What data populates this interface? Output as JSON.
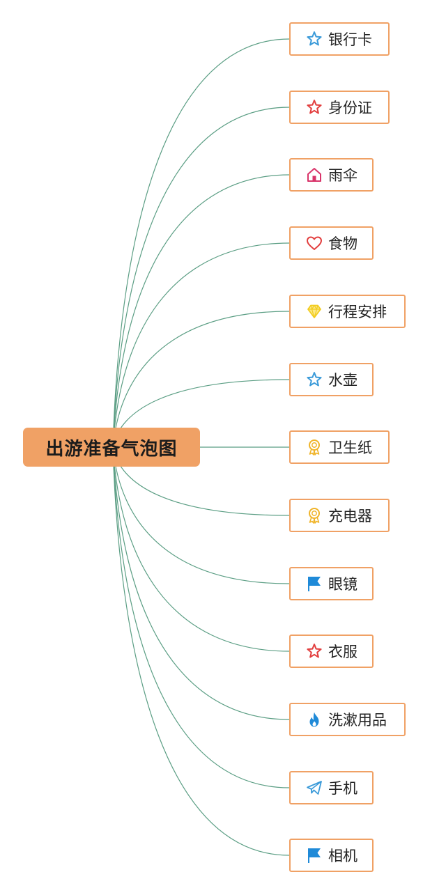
{
  "root": {
    "label": "出游准备气泡图"
  },
  "colors": {
    "connector": "#5b9e84",
    "node_border": "#f0a165",
    "root_fill": "#f0a165"
  },
  "items": [
    {
      "label": "银行卡",
      "icon": "star-outline-icon",
      "color": "#3a9ad9"
    },
    {
      "label": "身份证",
      "icon": "star-outline-icon",
      "color": "#e23d3d"
    },
    {
      "label": "雨伞",
      "icon": "home-icon",
      "color": "#d9346a"
    },
    {
      "label": "食物",
      "icon": "heart-outline-icon",
      "color": "#e23d3d"
    },
    {
      "label": "行程安排",
      "icon": "diamond-icon",
      "color": "#f2cc1f"
    },
    {
      "label": "水壶",
      "icon": "star-outline-icon",
      "color": "#3a9ad9"
    },
    {
      "label": "卫生纸",
      "icon": "medal-icon",
      "color": "#f0b429"
    },
    {
      "label": "充电器",
      "icon": "medal-icon",
      "color": "#f0b429"
    },
    {
      "label": "眼镜",
      "icon": "flag-icon",
      "color": "#1f8ad8"
    },
    {
      "label": "衣服",
      "icon": "star-outline-icon",
      "color": "#e23d3d"
    },
    {
      "label": "洗漱用品",
      "icon": "flame-icon",
      "color": "#1f8ad8"
    },
    {
      "label": "手机",
      "icon": "paper-plane-icon",
      "color": "#3a9ad9"
    },
    {
      "label": "相机",
      "icon": "flag-icon",
      "color": "#1f8ad8"
    }
  ]
}
